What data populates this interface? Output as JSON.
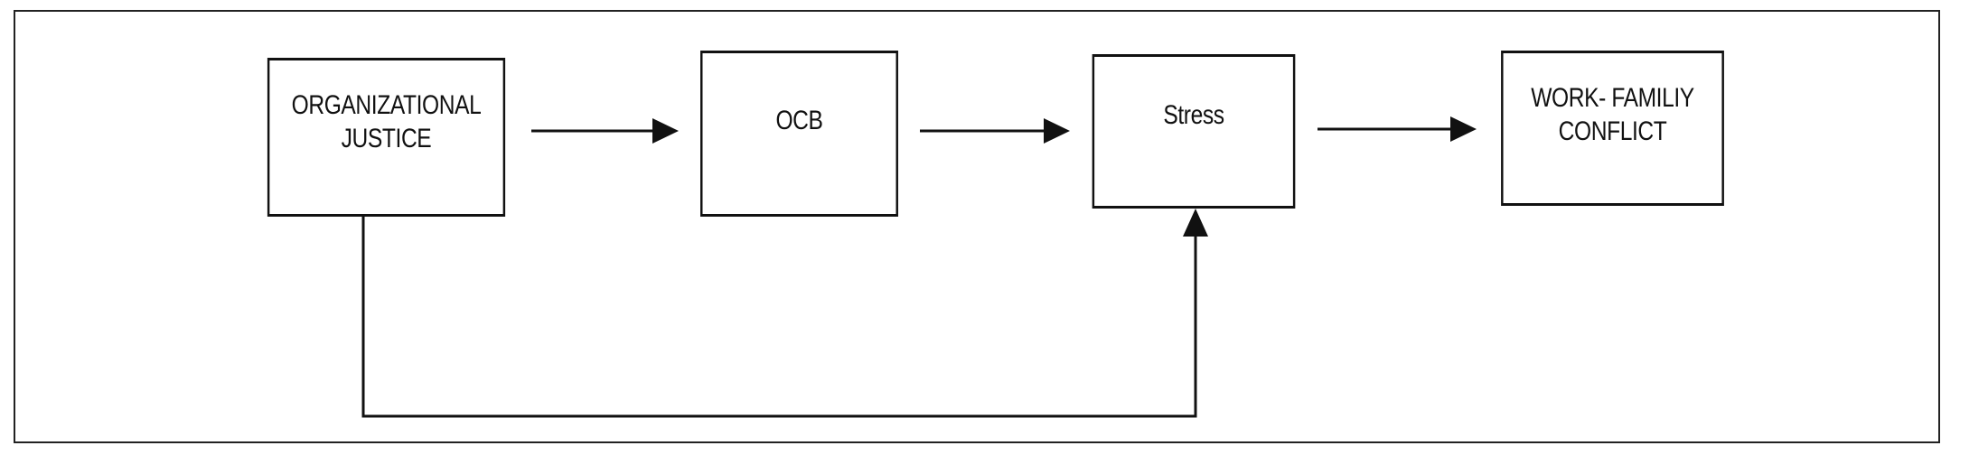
{
  "diagram": {
    "nodes": {
      "organizational_justice": {
        "line1": "ORGANIZATIONAL",
        "line2": "JUSTICE"
      },
      "ocb": {
        "label": "OCB"
      },
      "stress": {
        "label": "Stress"
      },
      "work_family_conflict": {
        "line1": "WORK- FAMILIY",
        "line2": "CONFLICT"
      }
    },
    "edges": [
      {
        "from": "ORGANIZATIONAL JUSTICE",
        "to": "OCB"
      },
      {
        "from": "OCB",
        "to": "Stress"
      },
      {
        "from": "Stress",
        "to": "WORK- FAMILIY CONFLICT"
      },
      {
        "from": "ORGANIZATIONAL JUSTICE",
        "to": "Stress"
      }
    ],
    "colors": {
      "line": "#111111",
      "background": "#ffffff"
    }
  }
}
